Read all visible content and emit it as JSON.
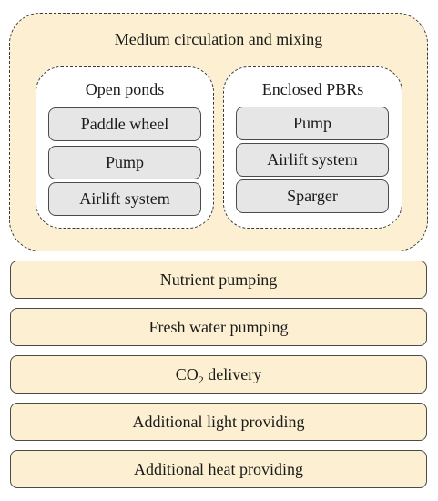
{
  "outer": {
    "title": "Medium circulation and mixing"
  },
  "open_ponds": {
    "title": "Open ponds",
    "items": [
      "Paddle wheel",
      "Pump",
      "Airlift system"
    ]
  },
  "enclosed_pbrs": {
    "title": "Enclosed PBRs",
    "items": [
      "Pump",
      "Airlift system",
      "Sparger"
    ]
  },
  "bars": {
    "nutrient": "Nutrient pumping",
    "fresh_water": "Fresh water pumping",
    "co2_prefix": "CO",
    "co2_subscript": "2",
    "co2_suffix": " delivery",
    "light": "Additional light providing",
    "heat": "Additional heat providing"
  },
  "colors": {
    "box_fill": "#fdf0d2",
    "item_fill": "#e6e6e6",
    "border": "#4a4a4a"
  }
}
